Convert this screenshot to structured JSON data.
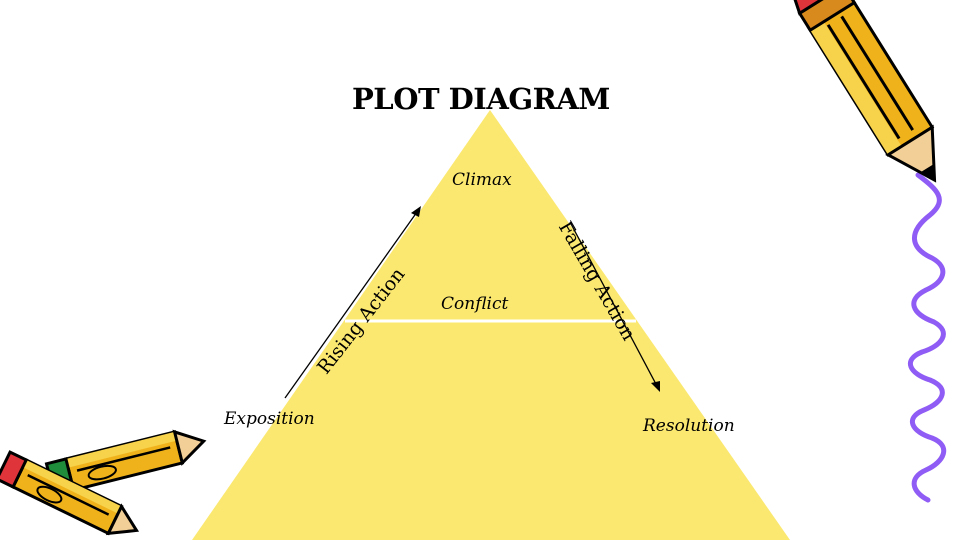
{
  "title": "PLOT DIAGRAM",
  "labels": {
    "climax": "Climax",
    "conflict": "Conflict",
    "rising_action": "Rising Action",
    "falling_action": "Falling Action",
    "exposition": "Exposition",
    "resolution": "Resolution"
  },
  "colors": {
    "triangle_fill": "#fbe870",
    "line": "#000000",
    "divider": "#ffffff",
    "squiggle": "#8f5cf5"
  },
  "icons": {
    "pencils_bottom_left": "pencils-clipart-icon",
    "pencil_top_right": "pencil-clipart-icon",
    "squiggle_right": "squiggle-line-decoration"
  }
}
